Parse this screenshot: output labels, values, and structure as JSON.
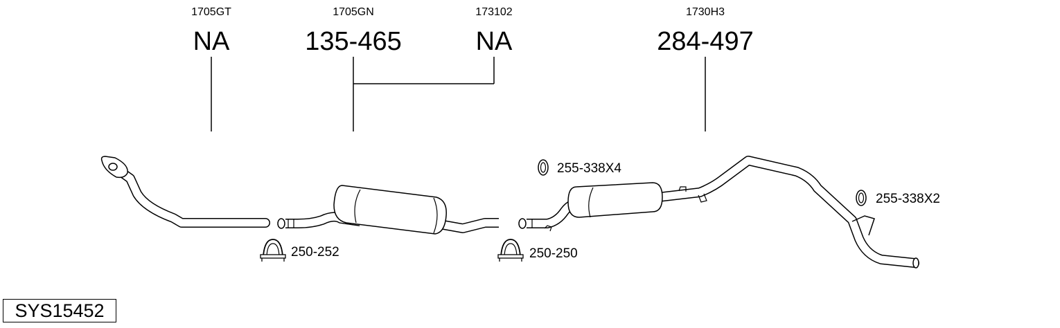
{
  "callouts": [
    {
      "code": "1705GT",
      "part": "NA"
    },
    {
      "code": "1705GN",
      "part": "135-465"
    },
    {
      "code": "173102",
      "part": "NA"
    },
    {
      "code": "1730H3",
      "part": "284-497"
    }
  ],
  "accessories": [
    {
      "label": "255-338X4",
      "icon": "gasket-ring-icon"
    },
    {
      "label": "255-338X2",
      "icon": "gasket-ring-icon"
    },
    {
      "label": "250-252",
      "icon": "pipe-clamp-icon"
    },
    {
      "label": "250-250",
      "icon": "pipe-clamp-icon"
    }
  ],
  "system_code": "SYS15452"
}
